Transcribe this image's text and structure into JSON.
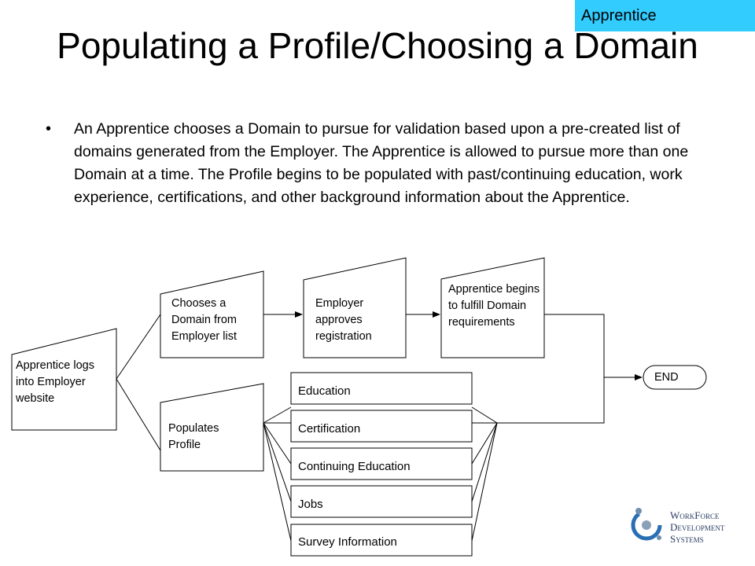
{
  "tag": "Apprentice",
  "title": "Populating a Profile/Choosing a Domain",
  "bullet": "An Apprentice chooses a Domain to pursue for validation based upon a pre-created list of domains generated from the Employer.  The Apprentice is allowed to pursue more than one Domain at a time. The Profile begins to be populated with past/continuing education, work experience, certifications, and other background information about the Apprentice.",
  "nodes": {
    "start": "Apprentice logs into Employer website",
    "choose": "Chooses a Domain from Employer list",
    "approve": "Employer approves registration",
    "fulfill": "Apprentice begins to fulfill Domain requirements",
    "populate": "Populates Profile",
    "end": "END"
  },
  "profile_items": [
    "Education",
    "Certification",
    "Continuing Education",
    "Jobs",
    "Survey Information"
  ],
  "logo": {
    "line1": "WorkForce",
    "line2": "Development",
    "line3": "Systems"
  },
  "colors": {
    "tag_bg": "#33ccff",
    "logo_blue": "#2a6fb3"
  }
}
